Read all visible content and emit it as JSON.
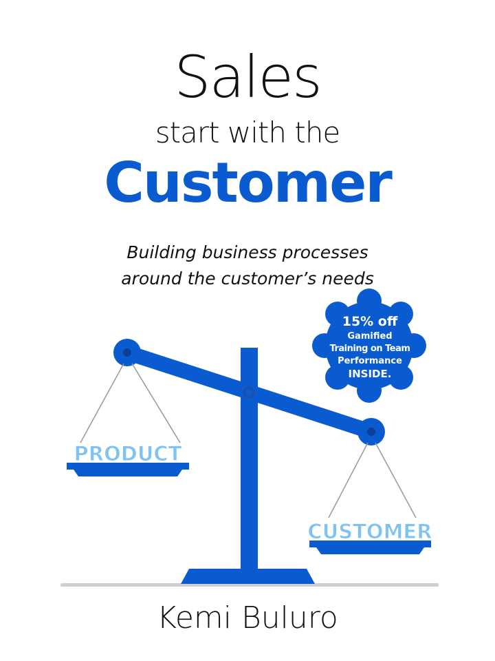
{
  "title": {
    "line1": "Sales",
    "line2": "start with the",
    "line3": "Customer"
  },
  "subtitle": {
    "line1": "Building business processes",
    "line2": "around the customer’s needs"
  },
  "badge": {
    "line1": "15% off",
    "line2": "Gamified",
    "line3": "Training on Team",
    "line4": "Performance",
    "line5": "INSIDE."
  },
  "scale": {
    "left_pan_label": "PRODUCT",
    "right_pan_label": "CUSTOMER"
  },
  "author": "Kemi Buluro",
  "colors": {
    "brand_blue": "#0a5bd0",
    "light_blue": "#7ec3f4",
    "text": "#111111",
    "ground": "#cfcfcf"
  }
}
